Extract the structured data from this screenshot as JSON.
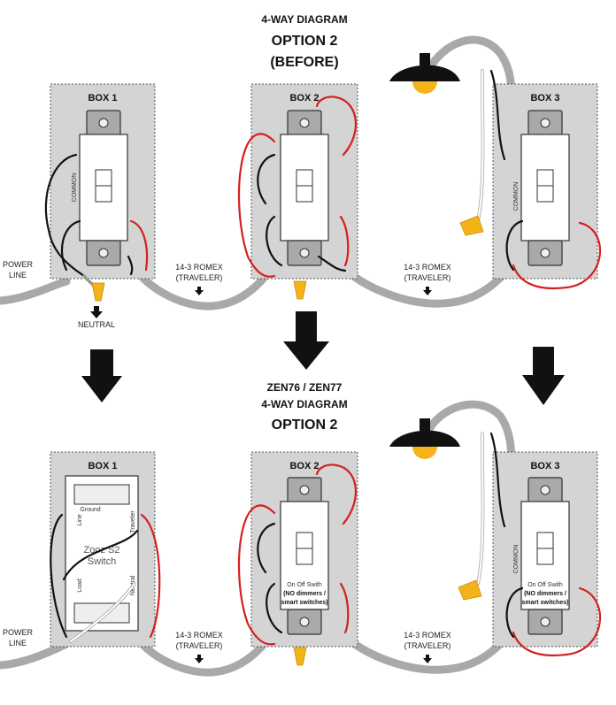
{
  "top": {
    "title_line1": "4-WAY DIAGRAM",
    "title_line2": "OPTION 2",
    "title_line3": "(BEFORE)"
  },
  "bottom": {
    "title_line1": "ZEN76 / ZEN77",
    "title_line2": "4-WAY DIAGRAM",
    "title_line3": "OPTION 2"
  },
  "boxes": {
    "box1": "BOX 1",
    "box2": "BOX 2",
    "box3": "BOX 3"
  },
  "labels": {
    "power_line_1": "POWER",
    "power_line_2": "LINE",
    "romex_1": "14-3 ROMEX",
    "romex_2": "(TRAVELER)",
    "neutral": "NEUTRAL",
    "common": "COMMON"
  },
  "zooz": {
    "line1": "Zooz S2",
    "line2": "Switch",
    "ground": "Ground",
    "traveler": "Traveler",
    "line": "Line",
    "load": "Load",
    "neutral": "Neutral"
  },
  "switch_note": {
    "line1": "On Off Swith",
    "line2": "(NO dimmers /",
    "line3": "smart switches)"
  },
  "colors": {
    "box_fill": "#d4d4d4",
    "romex": "#a9a9a9",
    "red_wire": "#d42020",
    "black_wire": "#111111",
    "wire_nut": "#f5b31a"
  },
  "icons": [
    "down-arrow-icon",
    "light-fixture-icon",
    "wire-nut-icon",
    "screw-terminal-icon"
  ]
}
